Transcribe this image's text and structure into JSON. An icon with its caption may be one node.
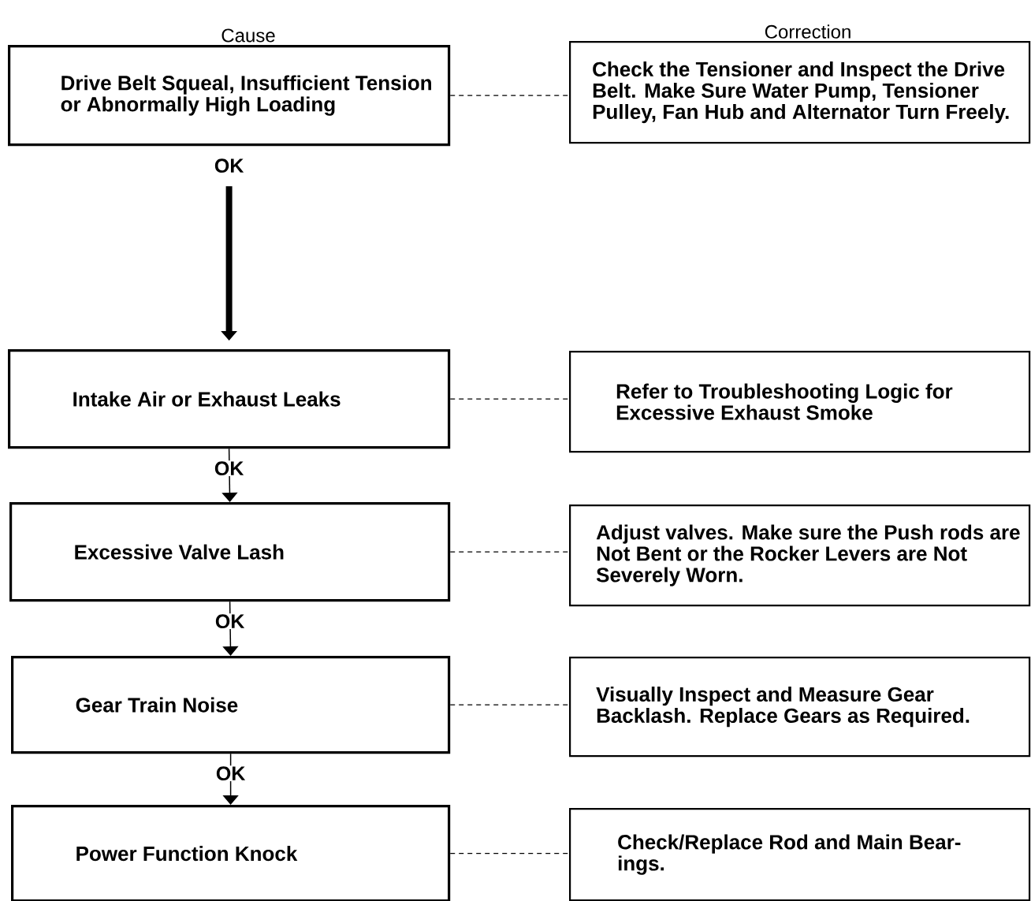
{
  "diagram": {
    "nodes": [
      {
        "text": [
          "Drive Belt Squeal, Insufficient Tension or Abnormally High Loading"
        ]
      },
      {
        "text": [
          "Check the Tensioner and Inspect the Drive Belt. Make Sure Water Pump, Tensioner Pulley, Fan Hub and Alternator Turn Freely."
        ]
      },
      {
        "text": [
          "Intake Air or Exhaust Leaks"
        ]
      },
      {
        "text": [
          "Refer to Troubleshooting Logic for Excessive Exhaust Smoke"
        ]
      },
      {
        "text": [
          "Excessive Valve Lash"
        ]
      },
      {
        "text": [
          "Adjust valves. Make sure the Push rods are Not Bent or the Rocker Levers are Not Severely Worn."
        ]
      },
      {
        "text": [
          "Gear Train Noise"
        ]
      },
      {
        "text": [
          "Visually Inspect and Measure Gear Backlash. Replace Gears as Required."
        ]
      },
      {
        "text": [
          "Power Function Knock"
        ]
      },
      {
        "text": [
          "Check/Replace Rod and Main Bear- ings."
        ]
      }
    ],
    "edges": [
      {
        "from": 0,
        "to": 2,
        "arrow": "to",
        "label": "OK",
        "style": "thick"
      },
      {
        "from": 2,
        "to": 4,
        "arrow": "to",
        "label": "OK"
      },
      {
        "from": 4,
        "to": 6,
        "arrow": "to",
        "label": "OK"
      },
      {
        "from": 6,
        "to": 8,
        "arrow": "to",
        "label": "OK"
      },
      {
        "from": 0,
        "to": 1,
        "arrow": "none",
        "style": "dashed"
      },
      {
        "from": 2,
        "to": 3,
        "arrow": "none",
        "style": "dashed"
      },
      {
        "from": 4,
        "to": 5,
        "arrow": "none",
        "style": "dashed"
      },
      {
        "from": 6,
        "to": 7,
        "arrow": "none",
        "style": "dashed"
      },
      {
        "from": 8,
        "to": 9,
        "arrow": "none",
        "style": "dashed"
      }
    ],
    "labels": [
      "Cause",
      "Correction"
    ]
  }
}
